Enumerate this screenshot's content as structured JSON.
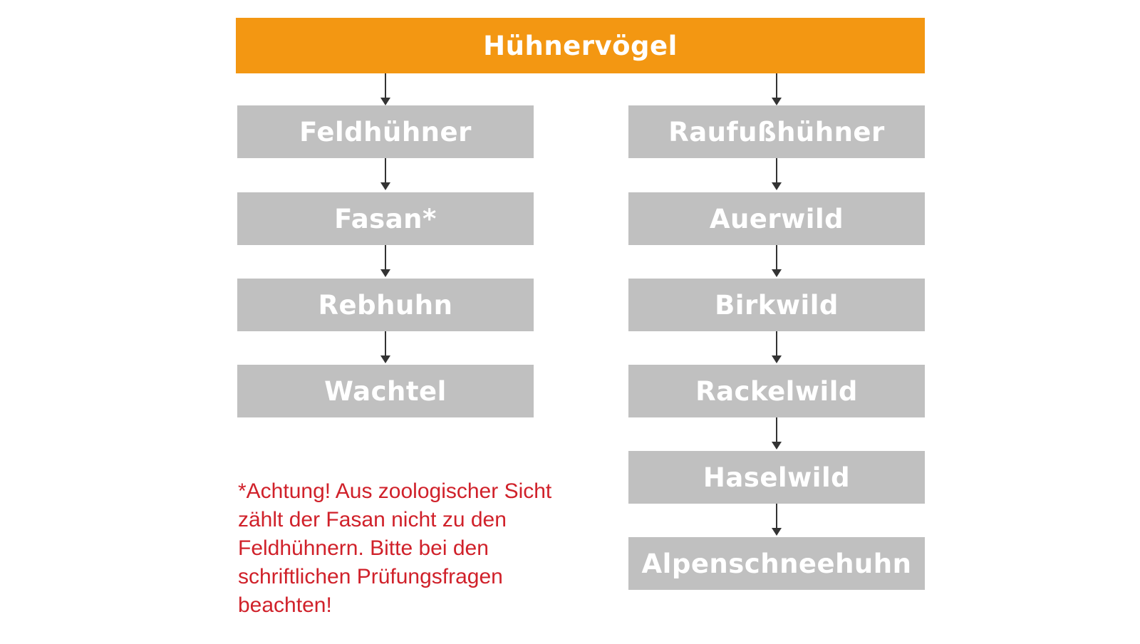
{
  "diagram": {
    "root": {
      "label": "Hühnervögel"
    },
    "left_branch": {
      "header": "Feldhühner",
      "children": [
        "Fasan*",
        "Rebhuhn",
        "Wachtel"
      ]
    },
    "right_branch": {
      "header": "Raufußhühner",
      "children": [
        "Auerwild",
        "Birkwild",
        "Rackelwild",
        "Haselwild",
        "Alpenschneehuhn"
      ]
    },
    "footnote": "*Achtung! Aus zoologischer Sicht zählt der Fasan nicht zu den Feldhühnern. Bitte bei den schriftlichen Prüfungsfragen beachten!",
    "colors": {
      "root_fill": "#f39712",
      "node_fill": "#c0c0c0",
      "node_text": "#ffffff",
      "arrow": "#333333",
      "footnote_text": "#d0212a"
    }
  }
}
